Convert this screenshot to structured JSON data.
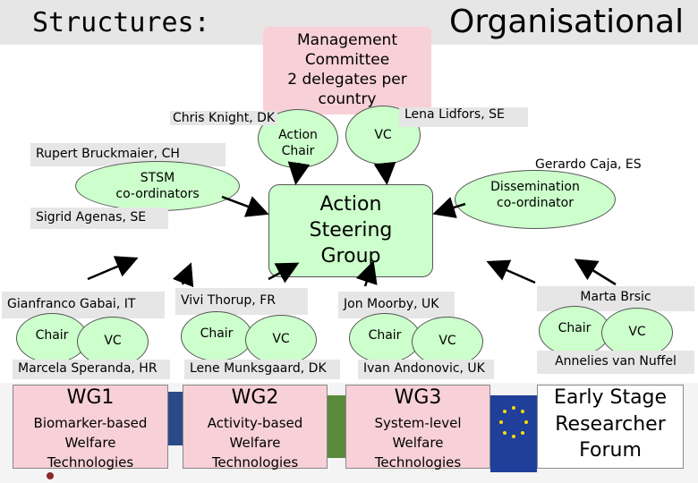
{
  "header": {
    "title_left": "Structures:",
    "title_right": "Organisational"
  },
  "management": {
    "lines": [
      "Management",
      "Committee",
      "2 delegates per",
      "country"
    ],
    "action_chair": [
      "Action",
      "Chair"
    ],
    "vc": "VC",
    "left_person": "Chris Knight, DK",
    "right_person": "Lena Lidfors, SE"
  },
  "stsm": {
    "top_person": "Rupert Bruckmaier, CH",
    "label": [
      "STSM",
      "co-ordinators"
    ],
    "bottom_person": "Sigrid Agenas, SE"
  },
  "dissemination": {
    "top_person": "Gerardo Caja, ES",
    "label": [
      "Dissemination",
      "co-ordinator"
    ]
  },
  "steering": {
    "lines": [
      "Action",
      "Steering",
      "Group"
    ]
  },
  "groups": [
    {
      "chair_person": "Gianfranco Gabai, IT",
      "chair": "Chair",
      "vc": "VC",
      "vc_person": "Marcela Speranda, HR",
      "title": "WG1",
      "sub": [
        "Biomarker-based",
        "Welfare",
        "Technologies"
      ]
    },
    {
      "chair_person": "Vivi Thorup, FR",
      "chair": "Chair",
      "vc": "VC",
      "vc_person": "Lene Munksgaard, DK",
      "title": "WG2",
      "sub": [
        "Activity-based",
        "Welfare",
        "Technologies"
      ]
    },
    {
      "chair_person": "Jon Moorby, UK",
      "chair": "Chair",
      "vc": "VC",
      "vc_person": "Ivan Andonovic, UK",
      "title": "WG3",
      "sub": [
        "System-level",
        "Welfare",
        "Technologies"
      ]
    },
    {
      "chair_person": "Marta Brsic",
      "chair": "Chair",
      "vc": "VC",
      "vc_person": "Annelies van Nuffel",
      "title": "Early Stage",
      "sub": [
        "Researcher",
        "Forum"
      ]
    }
  ],
  "colors": {
    "bubble": "#ccffcc",
    "pink": "#f8d0d8",
    "title_bar": "#e6e6e6"
  }
}
